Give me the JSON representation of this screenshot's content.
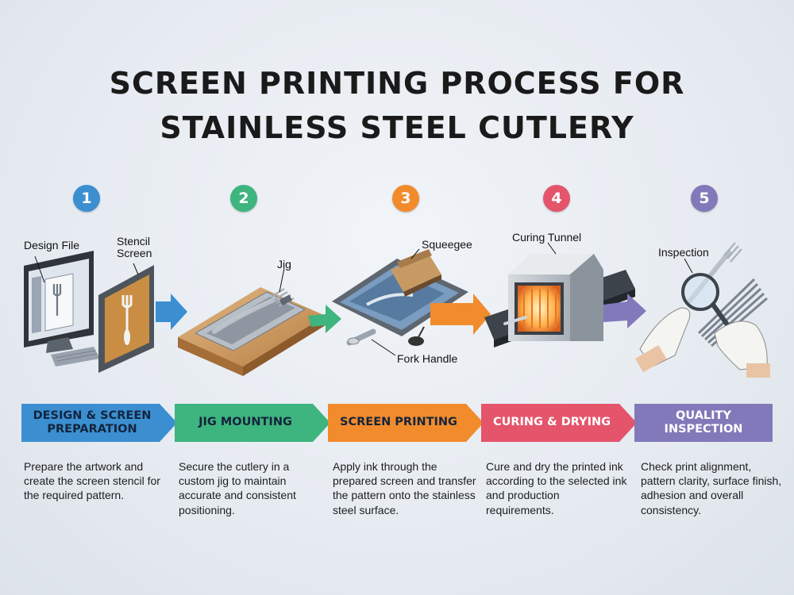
{
  "title": {
    "line1": "SCREEN PRINTING PROCESS FOR",
    "line2": "STAINLESS STEEL CUTLERY"
  },
  "colors": {
    "blue": "#3b8fd1",
    "green": "#3eb47f",
    "orange": "#f28b2c",
    "red": "#e4556b",
    "purple": "#8279ba"
  },
  "steps": [
    {
      "number": "1",
      "labels": [
        "Design File",
        "Stencil",
        "Screen"
      ],
      "banner": [
        "DESIGN & SCREEN",
        "PREPARATION"
      ],
      "description": "Prepare the artwork and create the screen stencil for the required pattern."
    },
    {
      "number": "2",
      "labels": [
        "Jig"
      ],
      "banner": [
        "JIG MOUNTING"
      ],
      "description": "Secure the cutlery in a custom jig to maintain accurate and consistent positioning."
    },
    {
      "number": "3",
      "labels": [
        "Squeegee",
        "Fork Handle"
      ],
      "banner": [
        "SCREEN PRINTING"
      ],
      "description": "Apply ink through the prepared screen and transfer the pattern onto the stainless steel surface."
    },
    {
      "number": "4",
      "labels": [
        "Curing Tunnel"
      ],
      "banner": [
        "CURING & DRYING"
      ],
      "description": "Cure and dry the printed ink according to the selected ink and production requirements."
    },
    {
      "number": "5",
      "labels": [
        "Inspection"
      ],
      "banner": [
        "QUALITY",
        "INSPECTION"
      ],
      "description": "Check print alignment, pattern clarity, surface finish, adhesion and overall consistency."
    }
  ]
}
